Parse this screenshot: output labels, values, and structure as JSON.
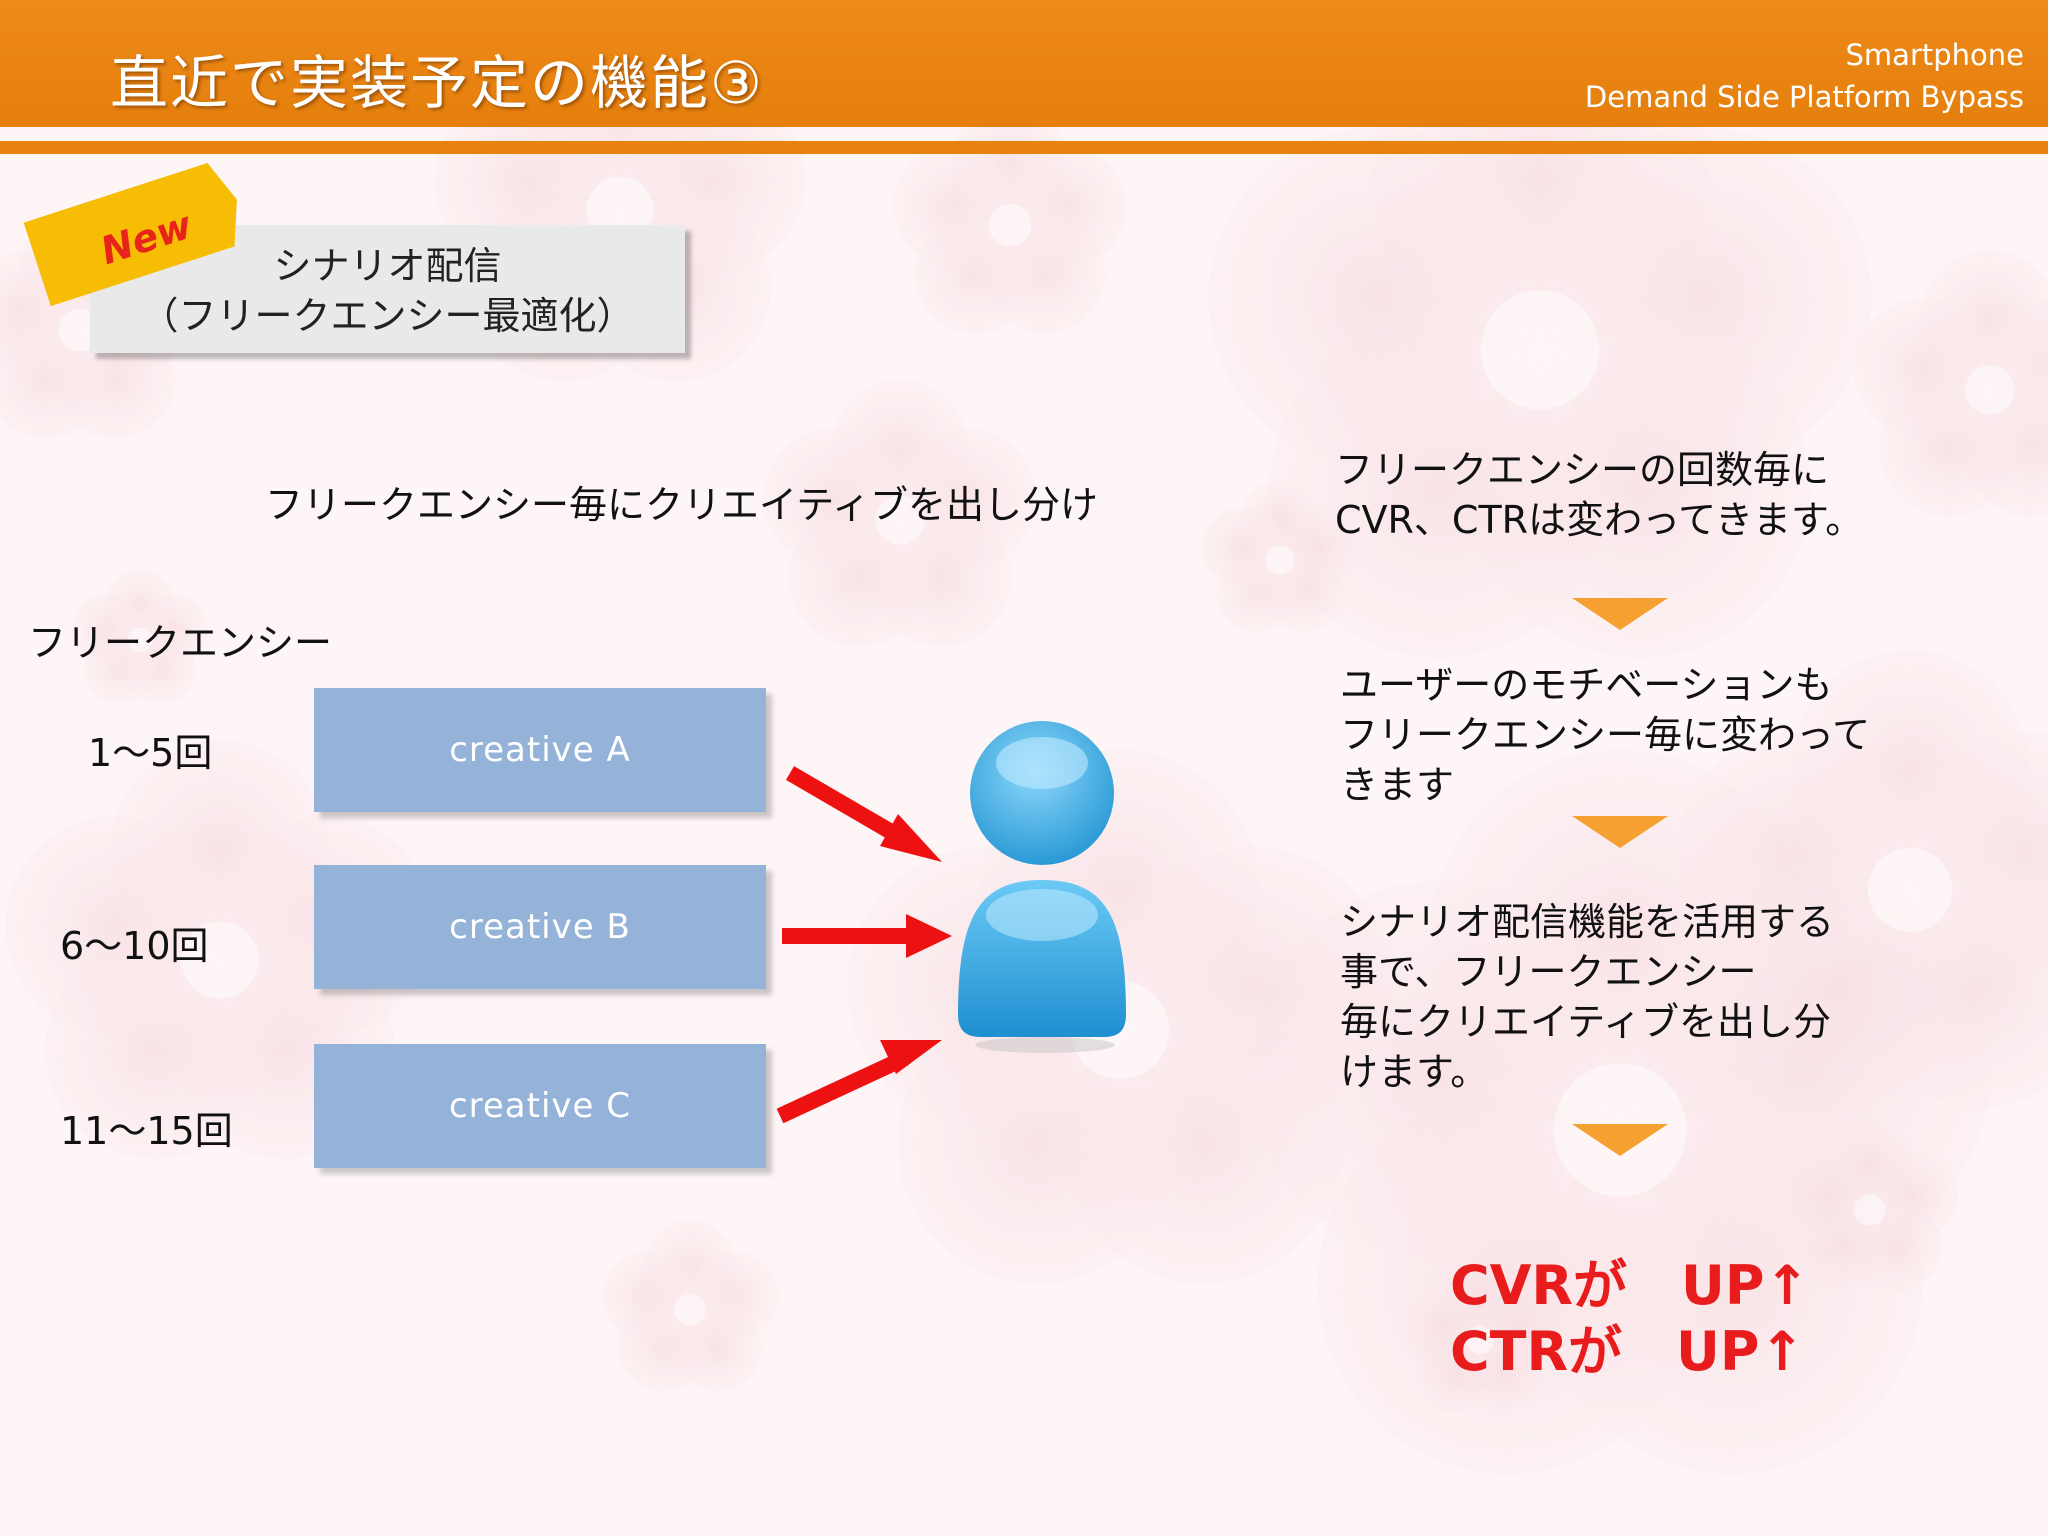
{
  "header": {
    "title": "直近で実装予定の機能③",
    "brand_line1": "Smartphone",
    "brand_line2": "Demand Side Platform Bypass"
  },
  "tag": {
    "badge": "New",
    "line1": "シナリオ配信",
    "line2": "（フリークエンシー最適化）"
  },
  "diagram": {
    "subtitle": "フリークエンシー毎にクリエイティブを出し分け",
    "frequency_label": "フリークエンシー",
    "ranges": [
      "1～5回",
      "6～10回",
      "11～15回"
    ],
    "creatives": [
      "creative A",
      "creative B",
      "creative C"
    ]
  },
  "steps": [
    [
      "フリークエンシーの回数毎に",
      "CVR、CTRは変わってきます。"
    ],
    [
      "ユーザーのモチベーションも",
      "フリークエンシー毎に変わって",
      "きます"
    ],
    [
      "シナリオ配信機能を活用する",
      "事で、フリークエンシー",
      "毎にクリエイティブを出し分",
      "けます。"
    ]
  ],
  "result": {
    "line1": "CVRが　UP↑",
    "line2": "CTRが　UP↑"
  },
  "colors": {
    "header": "#e8820f",
    "creative_box": "#95b3d8",
    "arrow": "#ee1111",
    "down_arrow": "#f5a030",
    "result": "#e81c1c",
    "badge": "#f7bd05"
  }
}
